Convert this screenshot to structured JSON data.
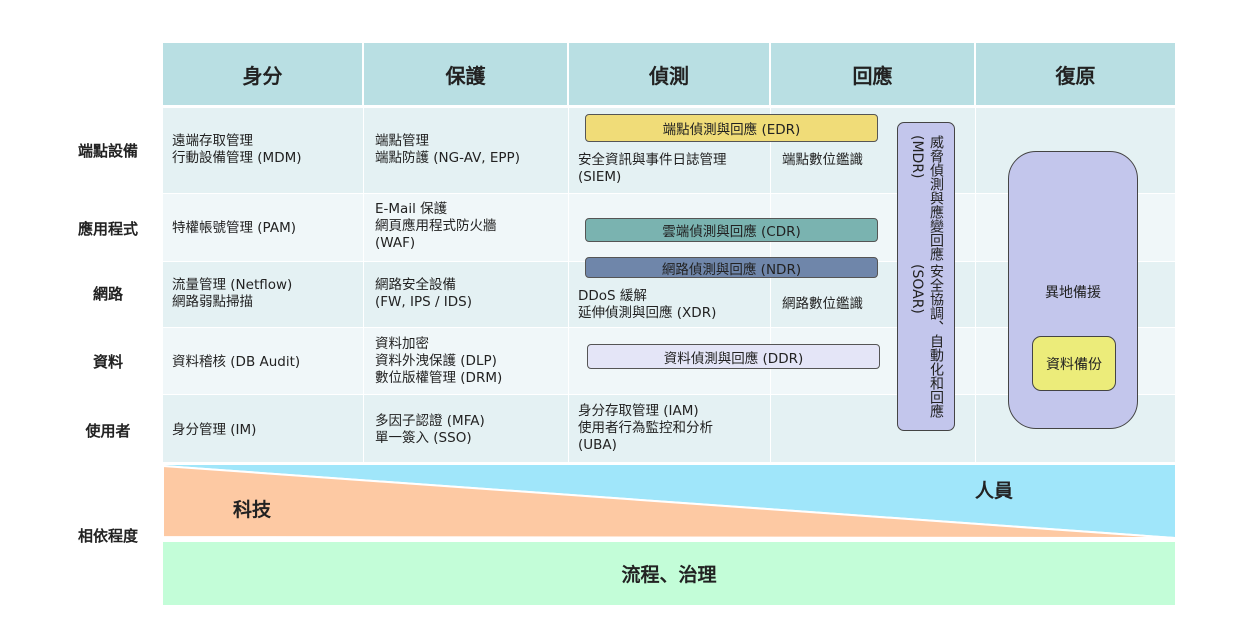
{
  "columns": [
    "身分",
    "保護",
    "偵測",
    "回應",
    "復原"
  ],
  "rows": [
    "端點設備",
    "應用程式",
    "網路",
    "資料",
    "使用者"
  ],
  "cells": {
    "identity": [
      "遠端存取管理\n行動設備管理 (MDM)",
      "特權帳號管理 (PAM)",
      "流量管理 (Netflow)\n網路弱點掃描",
      "資料稽核 (DB Audit)",
      "身分管理 (IM)"
    ],
    "protect": [
      "端點管理\n端點防護 (NG-AV, EPP)",
      "E-Mail 保護\n網頁應用程式防火牆\n(WAF)",
      "網路安全設備\n(FW, IPS / IDS)",
      "資料加密\n資料外洩保護 (DLP)\n數位版權管理 (DRM)",
      "多因子認證 (MFA)\n單一簽入 (SSO)"
    ],
    "detect": {
      "siem": "安全資訊與事件日誌管理\n(SIEM)",
      "endpoint_forensics": "端點數位鑑識",
      "ddos_xdr": "DDoS 緩解\n延伸偵測與回應 (XDR)",
      "network_forensics": "網路數位鑑識",
      "iam_uba": "身分存取管理 (IAM)\n使用者行為監控和分析\n(UBA)"
    }
  },
  "bars": {
    "edr": "端點偵測與回應 (EDR)",
    "cdr": "雲端偵測與回應 (CDR)",
    "ndr": "網路偵測與回應 (NDR)",
    "ddr": "資料偵測與回應 (DDR)"
  },
  "vertical": {
    "mdr": "威脅偵測與應變回應 (MDR)",
    "soar": "安全協調、自動化和回應 (SOAR)"
  },
  "recovery": {
    "offsite": "異地備援",
    "backup": "資料備份"
  },
  "dependency": {
    "label": "相依程度",
    "tech": "科技",
    "people": "人員",
    "process": "流程、治理"
  },
  "colors": {
    "header": "#b9dfe3",
    "edr": "#f0dc78",
    "cdr": "#7ab3b0",
    "ndr": "#6f86aa",
    "ddr": "#e4e5f7",
    "vertical": "#c3c6ec",
    "backup": "#ecec7a",
    "tech": "#fdc9a3",
    "people": "#a0e6fa",
    "process": "#c3fdd8"
  }
}
